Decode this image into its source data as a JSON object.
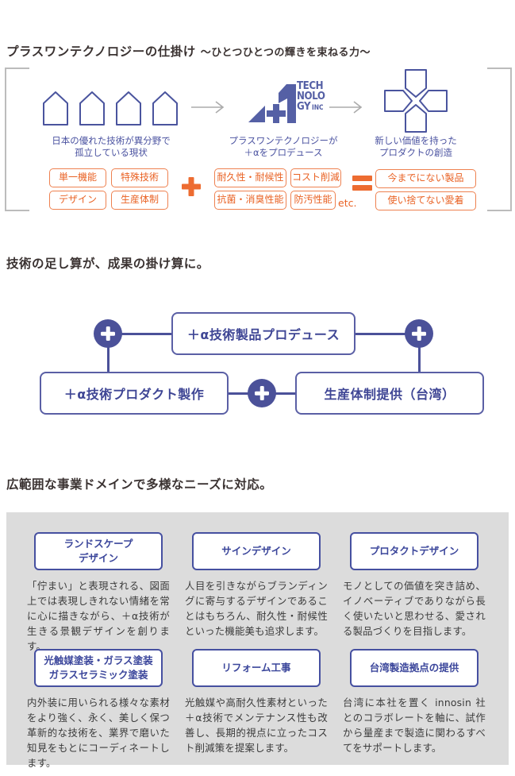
{
  "colors": {
    "navy": "#4b5199",
    "navy_text": "#3f4695",
    "logo_blue": "#5560a5",
    "orange": "#ed6c31",
    "panel_gray": "#dcdcdc",
    "bracket_gray": "#bcbcbc",
    "heading_color": "#3a3231"
  },
  "mechanism": {
    "heading": "プラスワンテクノロジーの仕掛け",
    "heading_sub": "～ひとつひとつの輝きを束ねる力～",
    "logo": {
      "line1": "TECH",
      "line2": "NOLO",
      "line3": "GY",
      "line3_small": "INC"
    },
    "stages": [
      {
        "caption": "日本の優れた技術が異分野で\n孤立している現状",
        "tags": [
          "単一機能",
          "特殊技術",
          "デザイン",
          "生産体制"
        ]
      },
      {
        "caption": "プラスワンテクノロジーが\n＋αをプロデュース",
        "tags": [
          "耐久性・耐候性",
          "コスト削減",
          "抗菌・消臭性能",
          "防汚性能"
        ],
        "etc": "etc."
      },
      {
        "caption": "新しい価値を持った\nプロダクトの創造",
        "tags": [
          "今までにない製品",
          "使い捨てない愛着"
        ]
      }
    ]
  },
  "synergy": {
    "heading": "技術の足し算が、成果の掛け算に。",
    "top_box": "＋α技術製品プロデュース",
    "bottom_left_box": "＋α技術プロダクト製作",
    "bottom_right_box": "生産体制提供（台湾）"
  },
  "domains": {
    "heading": "広範囲な事業ドメインで多様なニーズに対応。",
    "cards": [
      {
        "title": "ランドスケープ\nデザイン",
        "body": "「佇まい」と表現される、図面上では表現しきれない情緒を常に心に描きながら、＋α技術が生きる景観デザインを創ります。"
      },
      {
        "title": "サインデザイン",
        "body": "人目を引きながらブランディングに寄与するデザインであることはもちろん、耐久性・耐候性といった機能美も追求します。"
      },
      {
        "title": "プロタクトデザイン",
        "body": "モノとしての価値を突き詰め、イノベーティブでありながら長く使いたいと思わせる、愛される製品づくりを目指します。"
      },
      {
        "title": "光触媒塗装・ガラス塗装\nガラスセラミック塗装",
        "body": "内外装に用いられる様々な素材をより強く、永く、美しく保つ革新的な技術を、業界で磨いた知見をもとにコーディネートします。"
      },
      {
        "title": "リフォーム工事",
        "body": "光触媒や高耐久性素材といった＋α技術でメンテナンス性も改善し、長期的視点に立ったコスト削減策を提案します。"
      },
      {
        "title": "台湾製造拠点の提供",
        "body": "台湾に本社を置く innosin 社とのコラボレートを軸に、試作から量産まで製造に関わるすべてをサポートします。"
      }
    ]
  }
}
